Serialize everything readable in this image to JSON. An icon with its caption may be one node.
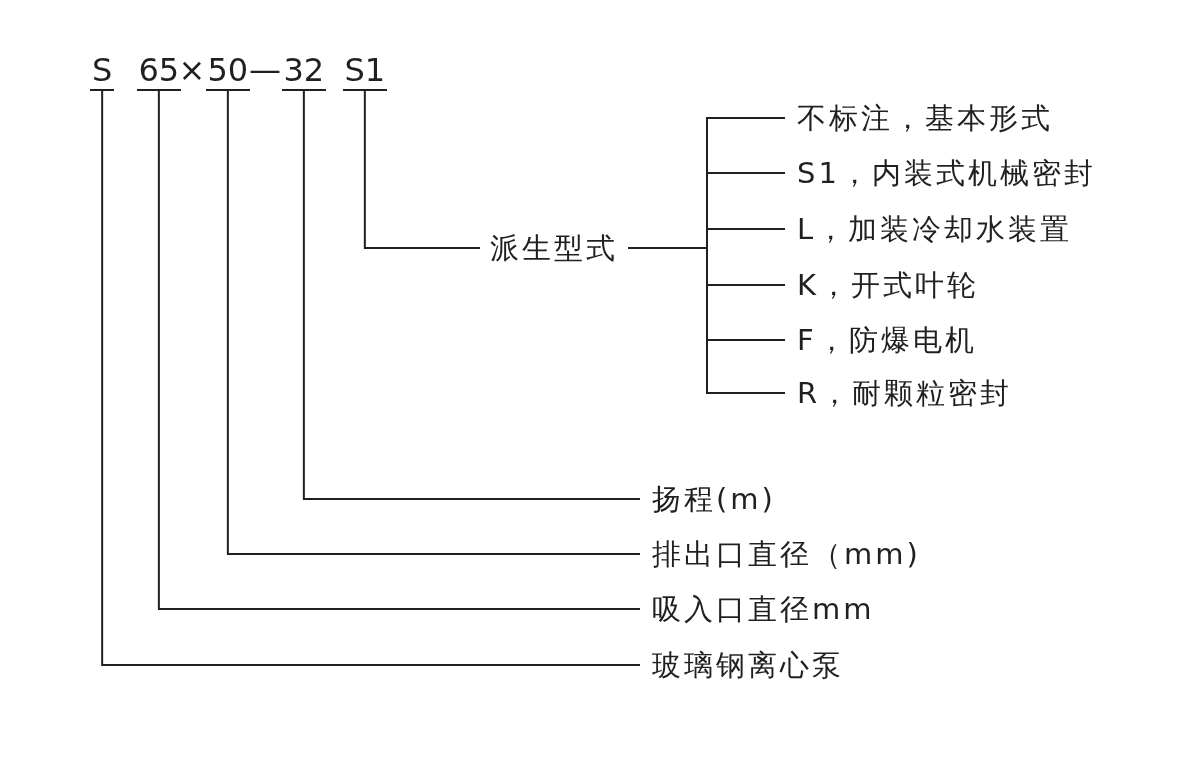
{
  "diagram": {
    "nodes": [
      {
        "text": [
          "S"
        ]
      },
      {
        "text": [
          "65"
        ]
      },
      {
        "text": [
          "50"
        ]
      },
      {
        "text": [
          "32"
        ]
      },
      {
        "text": [
          "S1"
        ]
      },
      {
        "text": [
          "派生型式"
        ]
      },
      {
        "text": [
          "不标注，基本形式"
        ]
      },
      {
        "text": [
          "S1，内装式机械密封"
        ]
      },
      {
        "text": [
          "L，加装冷却水装置"
        ]
      },
      {
        "text": [
          "K，开式叶轮"
        ]
      },
      {
        "text": [
          "F，防爆电机"
        ]
      },
      {
        "text": [
          "R，耐颗粒密封"
        ]
      },
      {
        "text": [
          "扬程(m)"
        ]
      },
      {
        "text": [
          "排出口直径（mm)"
        ]
      },
      {
        "text": [
          "吸入口直径mm"
        ]
      },
      {
        "text": [
          "玻璃钢离心泵"
        ]
      }
    ],
    "edges": [
      {
        "from": 4,
        "to": 5,
        "arrow": "none"
      },
      {
        "from": 5,
        "to": 6,
        "arrow": "none"
      },
      {
        "from": 5,
        "to": 7,
        "arrow": "none"
      },
      {
        "from": 5,
        "to": 8,
        "arrow": "none"
      },
      {
        "from": 5,
        "to": 9,
        "arrow": "none"
      },
      {
        "from": 5,
        "to": 10,
        "arrow": "none"
      },
      {
        "from": 5,
        "to": 11,
        "arrow": "none"
      },
      {
        "from": 3,
        "to": 12,
        "arrow": "none"
      },
      {
        "from": 2,
        "to": 13,
        "arrow": "none"
      },
      {
        "from": 1,
        "to": 14,
        "arrow": "none"
      },
      {
        "from": 0,
        "to": 15,
        "arrow": "none"
      }
    ],
    "labels": [
      "×",
      "—"
    ]
  }
}
